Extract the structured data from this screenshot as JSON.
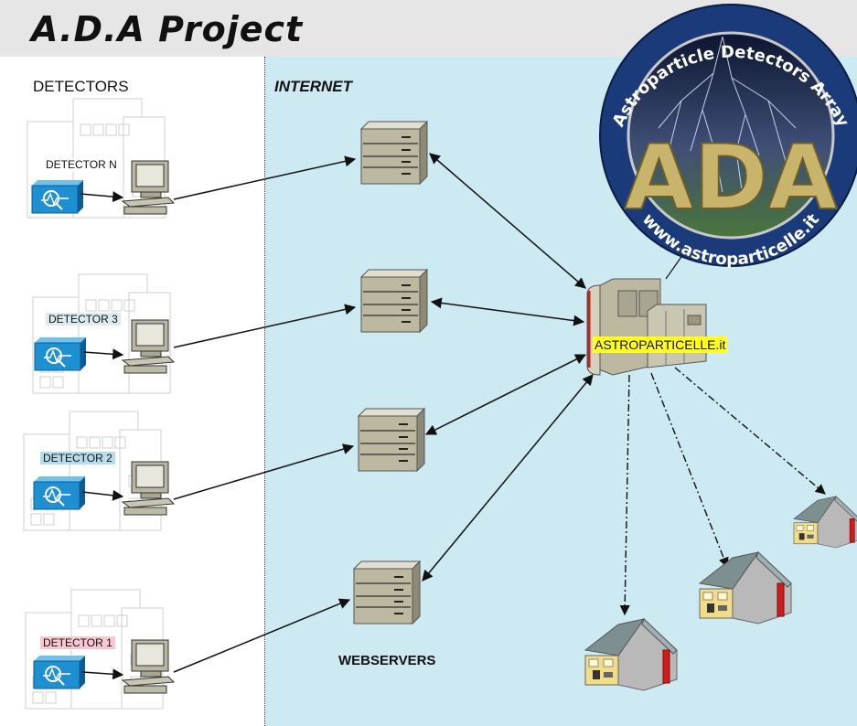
{
  "title": "A.D.A Project",
  "sections": {
    "detectors_heading": "DETECTORS",
    "internet_heading": "INTERNET",
    "webservers_label": "WEBSERVERS"
  },
  "detectors": [
    {
      "label": "DETECTOR N",
      "highlight": "#ffffff"
    },
    {
      "label": "DETECTOR 3",
      "highlight": "#dcebef"
    },
    {
      "label": "DETECTOR 2",
      "highlight": "#b7dcec"
    },
    {
      "label": "DETECTOR 1",
      "highlight": "#f7c8d4"
    }
  ],
  "central_server": {
    "label": "ASTROPARTICELLE.it",
    "highlight": "#ffff22"
  },
  "logo": {
    "arc_top": "Astroparticle Detectors Array",
    "center": "ADA",
    "arc_bottom": "www.astroparticelle.it"
  },
  "colors": {
    "internet_bg": "#cde9f2",
    "title_bar": "#e6e6e6",
    "detector_box": "#1e8fd0",
    "server_body": "#bdb9a0",
    "logo_ring": "#1b3a7a"
  },
  "icons": [
    "building-icon",
    "detector-box-icon",
    "workstation-icon",
    "webserver-icon",
    "mainframe-icon",
    "house-icon",
    "ada-logo"
  ]
}
